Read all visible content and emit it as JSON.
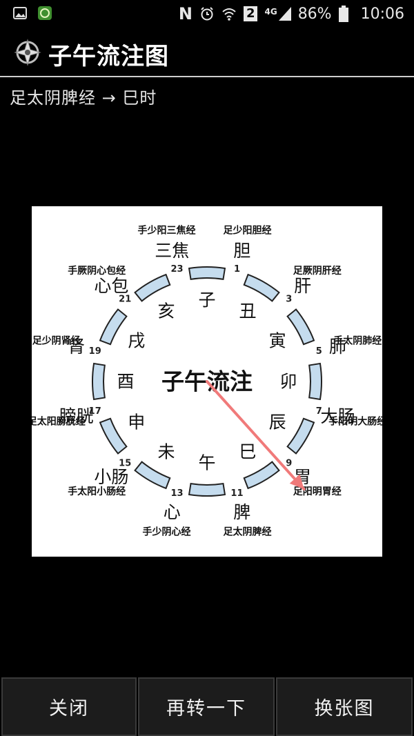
{
  "status_bar": {
    "network_type": "4G",
    "sim_badge": "2",
    "battery": "86%",
    "time": "10:06",
    "icons": [
      "gallery-icon",
      "app-notification-icon",
      "nfc-icon",
      "alarm-icon",
      "wifi-icon",
      "signal-icon",
      "battery-icon"
    ]
  },
  "app": {
    "title": "子午流注图",
    "logo_icon": "compass-star-icon"
  },
  "subtitle": "足太阴脾经 → 巳时",
  "diagram": {
    "center_title": "子午流注",
    "branches": [
      "子",
      "丑",
      "寅",
      "卯",
      "辰",
      "巳",
      "午",
      "未",
      "申",
      "酉",
      "戌",
      "亥"
    ],
    "hours": [
      "1",
      "3",
      "5",
      "7",
      "9",
      "11",
      "13",
      "15",
      "17",
      "19",
      "21",
      "23"
    ],
    "organs": [
      "胆",
      "肝",
      "肺",
      "大肠",
      "胃",
      "脾",
      "心",
      "小肠",
      "膀胱",
      "肾",
      "心包",
      "三焦"
    ],
    "meridians": [
      "足少阳胆经",
      "足厥阴肝经",
      "手太阴肺经",
      "手阳明大肠经",
      "足阳明胃经",
      "足太阴脾经",
      "手少阴心经",
      "手太阳小肠经",
      "足太阳膀胱经",
      "足少阴肾经",
      "手厥阴心包经",
      "手少阳三焦经"
    ],
    "pointer_color": "#f07a7a",
    "segment_color": "#c5dcee"
  },
  "buttons": {
    "close": "关闭",
    "spin": "再转一下",
    "change": "换张图"
  }
}
